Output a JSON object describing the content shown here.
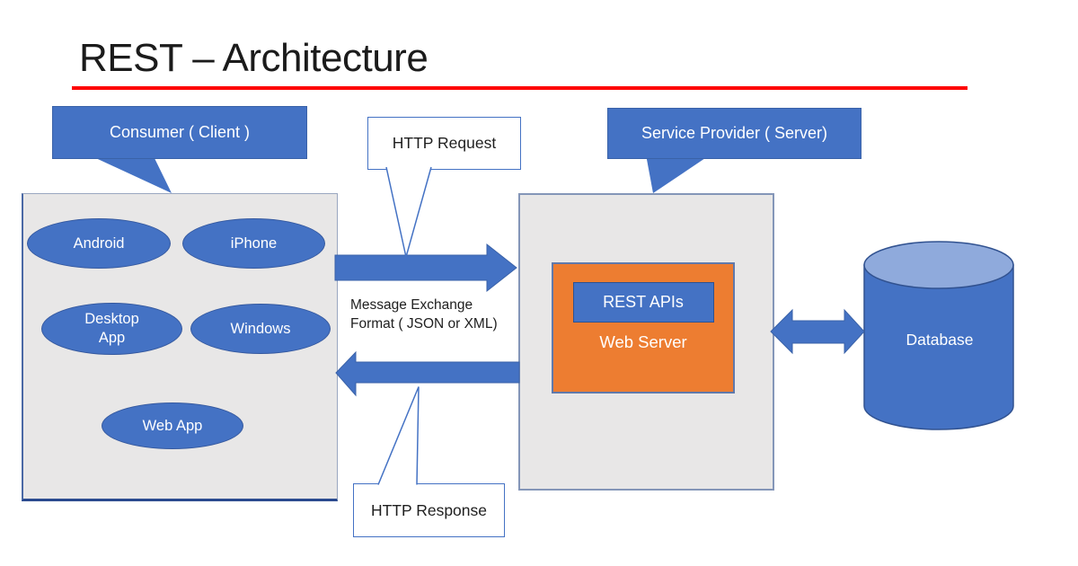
{
  "title": "REST – Architecture",
  "callouts": {
    "consumer": "Consumer ( Client )",
    "provider": "Service Provider ( Server)",
    "http_request": "HTTP Request",
    "http_response": "HTTP Response"
  },
  "consumer_nodes": [
    "Android",
    "iPhone",
    "Desktop App",
    "Windows",
    "Web App"
  ],
  "server": {
    "rest_apis": "REST APIs",
    "web_server": "Web Server"
  },
  "exchange": {
    "line1": "Message Exchange",
    "line2": "Format ( JSON or XML)"
  },
  "database_label": "Database",
  "colors": {
    "accent_blue": "#4472C4",
    "accent_blue_dark": "#2F528F",
    "cylinder_top": "#8FAADC",
    "orange": "#ED7D31",
    "panel_gray": "#E8E7E7",
    "rule_red": "#FE0101"
  }
}
